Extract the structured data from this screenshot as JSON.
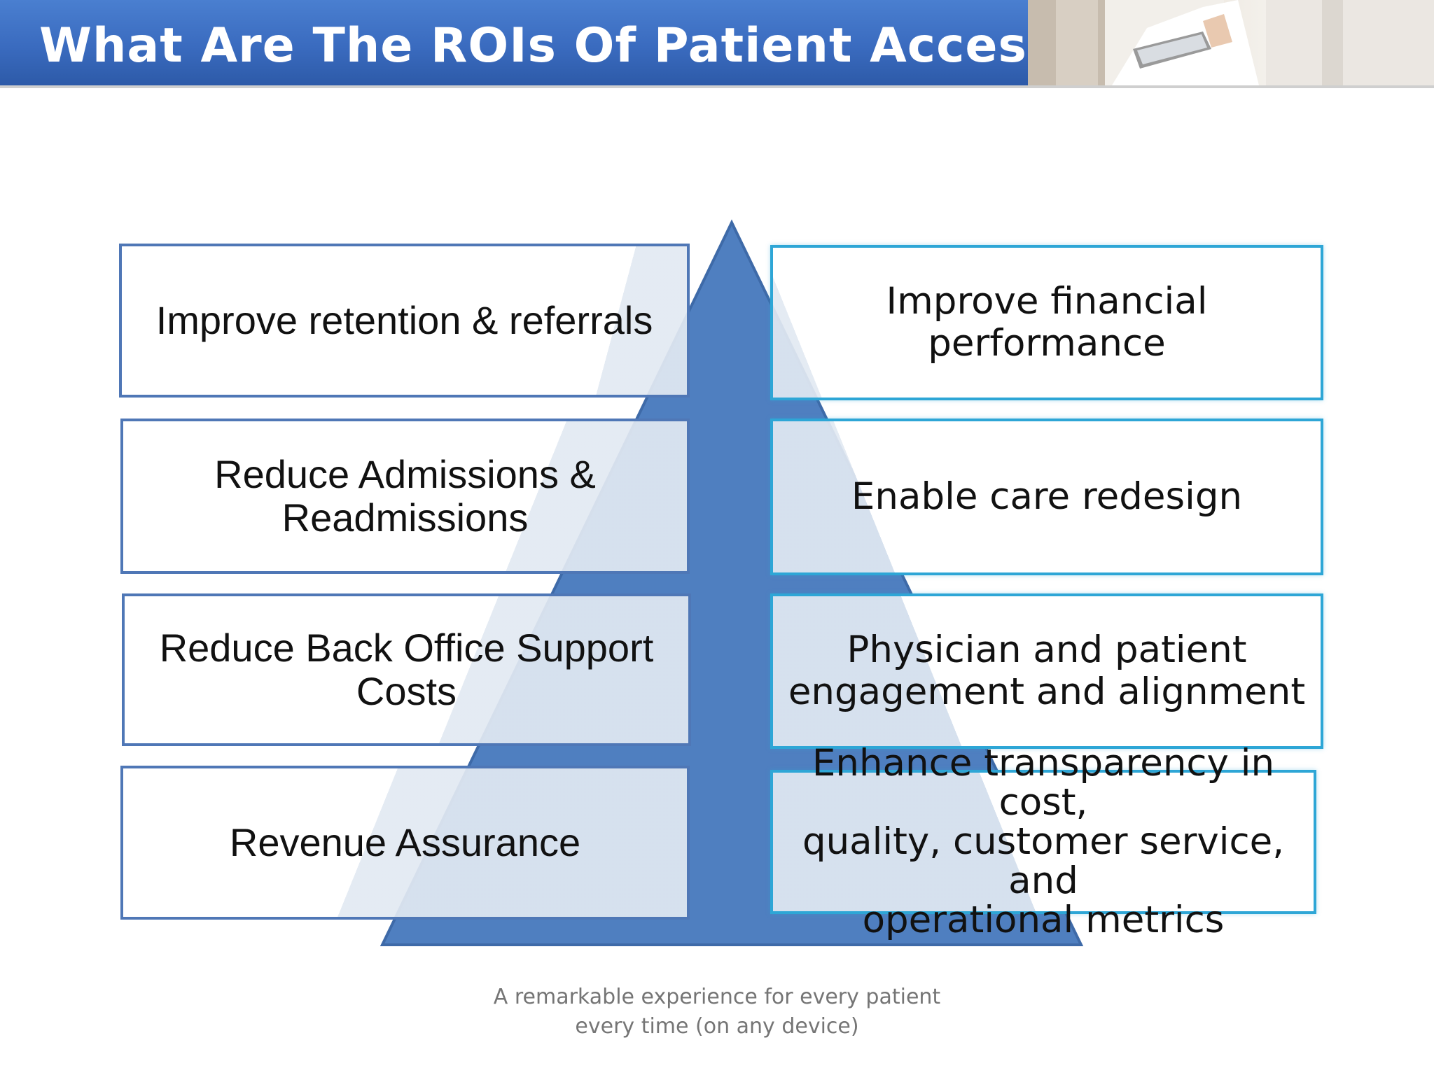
{
  "header": {
    "title": "What Are The ROIs Of Patient Access?",
    "bar_color": "#3a6bbf",
    "photo": "doctor-with-tablet-photo"
  },
  "diagram": {
    "pyramid_color": "#4f7fc0",
    "left_boxes": [
      {
        "lines": [
          "Improve retention & referrals"
        ]
      },
      {
        "lines": [
          "Reduce Admissions &",
          "Readmissions"
        ]
      },
      {
        "lines": [
          "Reduce Back Office Support",
          "Costs"
        ]
      },
      {
        "lines": [
          "Revenue Assurance"
        ]
      }
    ],
    "right_boxes": [
      {
        "lines": [
          "Improve financial performance"
        ]
      },
      {
        "lines": [
          "Enable care redesign"
        ]
      },
      {
        "lines": [
          "Physician and patient",
          "engagement and alignment"
        ]
      },
      {
        "lines": [
          "Enhance transparency in cost,",
          "quality, customer service, and",
          "operational metrics"
        ]
      }
    ]
  },
  "footer": {
    "tagline_lines": [
      "A remarkable experience for every patient",
      "every time (on any device)"
    ]
  }
}
